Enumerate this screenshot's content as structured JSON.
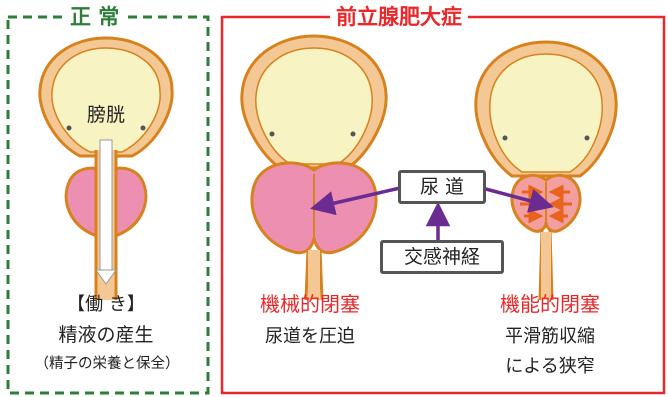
{
  "normal": {
    "title": "正 常",
    "bladder_label": "膀胱",
    "function_heading": "【働 き】",
    "function_main": "精液の産生",
    "function_sub": "（精子の栄養と保全）"
  },
  "bph": {
    "title": "前立腺肥大症",
    "urethra_label": "尿 道",
    "nerve_label": "交感神経",
    "mechanical": {
      "heading": "機械的閉塞",
      "desc": "尿道を圧迫"
    },
    "functional": {
      "heading": "機能的閉塞",
      "desc_line1": "平滑筋収縮",
      "desc_line2": "による狭窄"
    }
  },
  "colors": {
    "normal_frame": "#2e7d3a",
    "bph_frame": "#e8282b",
    "bladder_fill": "#f7f3c2",
    "tissue_outline": "#d7821e",
    "tissue_fill": "#f4c895",
    "prostate_fill": "#ec8fb1",
    "muscle_arrows": "#e8641e",
    "arrow_purple": "#6a2c91"
  }
}
